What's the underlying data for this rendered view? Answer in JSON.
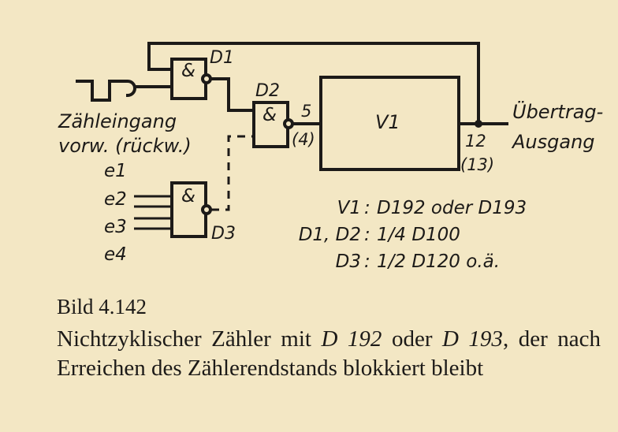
{
  "diagram": {
    "gate_symbol": "&",
    "gates": {
      "d1": "D1",
      "d2": "D2",
      "d3": "D3"
    },
    "counter": {
      "name": "V1"
    },
    "pins": {
      "in_main": "5",
      "in_alt": "(4)",
      "out_main": "12",
      "out_alt": "(13)"
    },
    "input_label": {
      "line1": "Zähleingang",
      "line2": "vorw. (rückw.)"
    },
    "output_label": {
      "line1": "Übertrag-",
      "line2": "Ausgang"
    },
    "inputs": [
      "e1",
      "e2",
      "e3",
      "e4"
    ],
    "legend": [
      {
        "key": "V1",
        "value": "D192 oder D193"
      },
      {
        "key": "D1, D2",
        "value": "1/4 D100"
      },
      {
        "key": "D3",
        "value": "1/2 D120 o.ä."
      }
    ]
  },
  "caption": {
    "number": "Bild 4.142",
    "parts": [
      "Nichtzyklischer Zähler mit ",
      "D 192",
      " oder ",
      "D 193",
      ", der nach Erreichen des Zählerendstands blokkiert bleibt"
    ]
  }
}
